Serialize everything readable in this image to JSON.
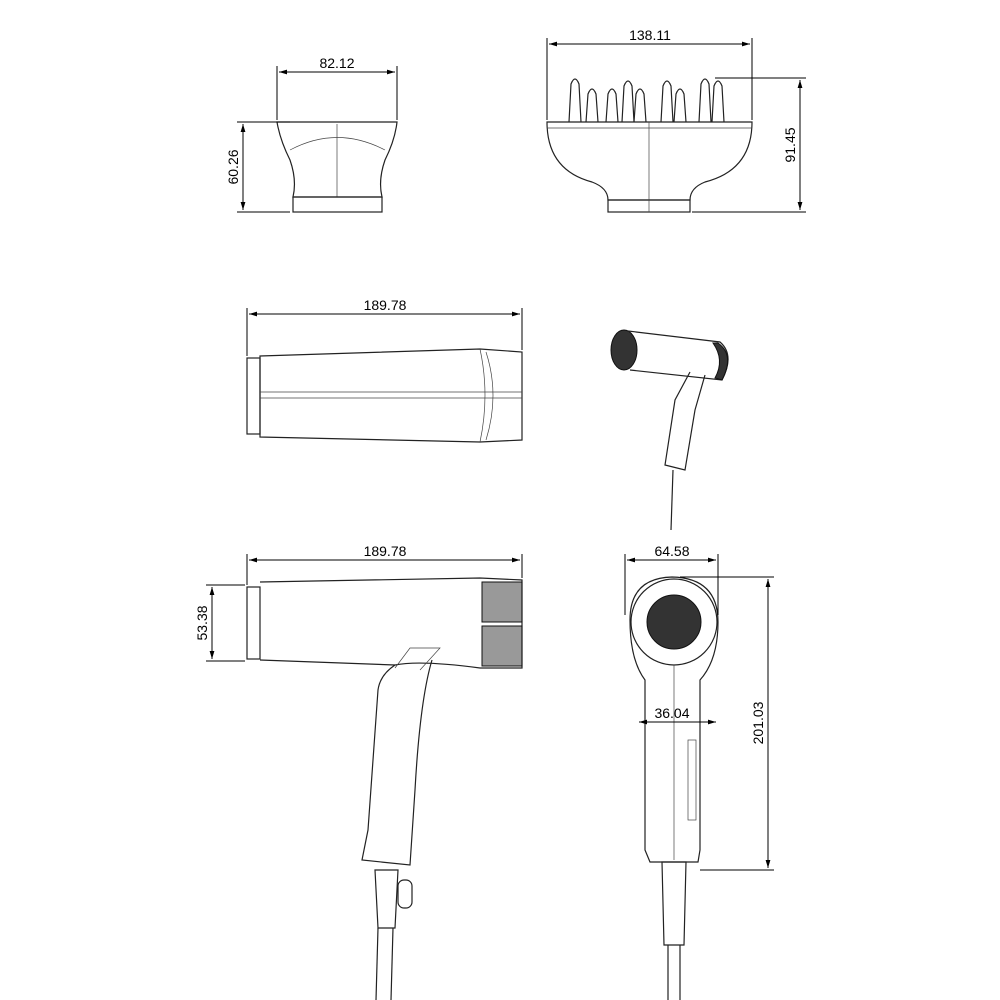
{
  "dimensions": {
    "nozzle_width": "82.12",
    "nozzle_height": "60.26",
    "diffuser_width": "138.11",
    "diffuser_height": "91.45",
    "body_top_length": "189.78",
    "body_side_length": "189.78",
    "body_side_height": "53.38",
    "front_width": "64.58",
    "handle_width": "36.04",
    "front_height": "201.03"
  }
}
